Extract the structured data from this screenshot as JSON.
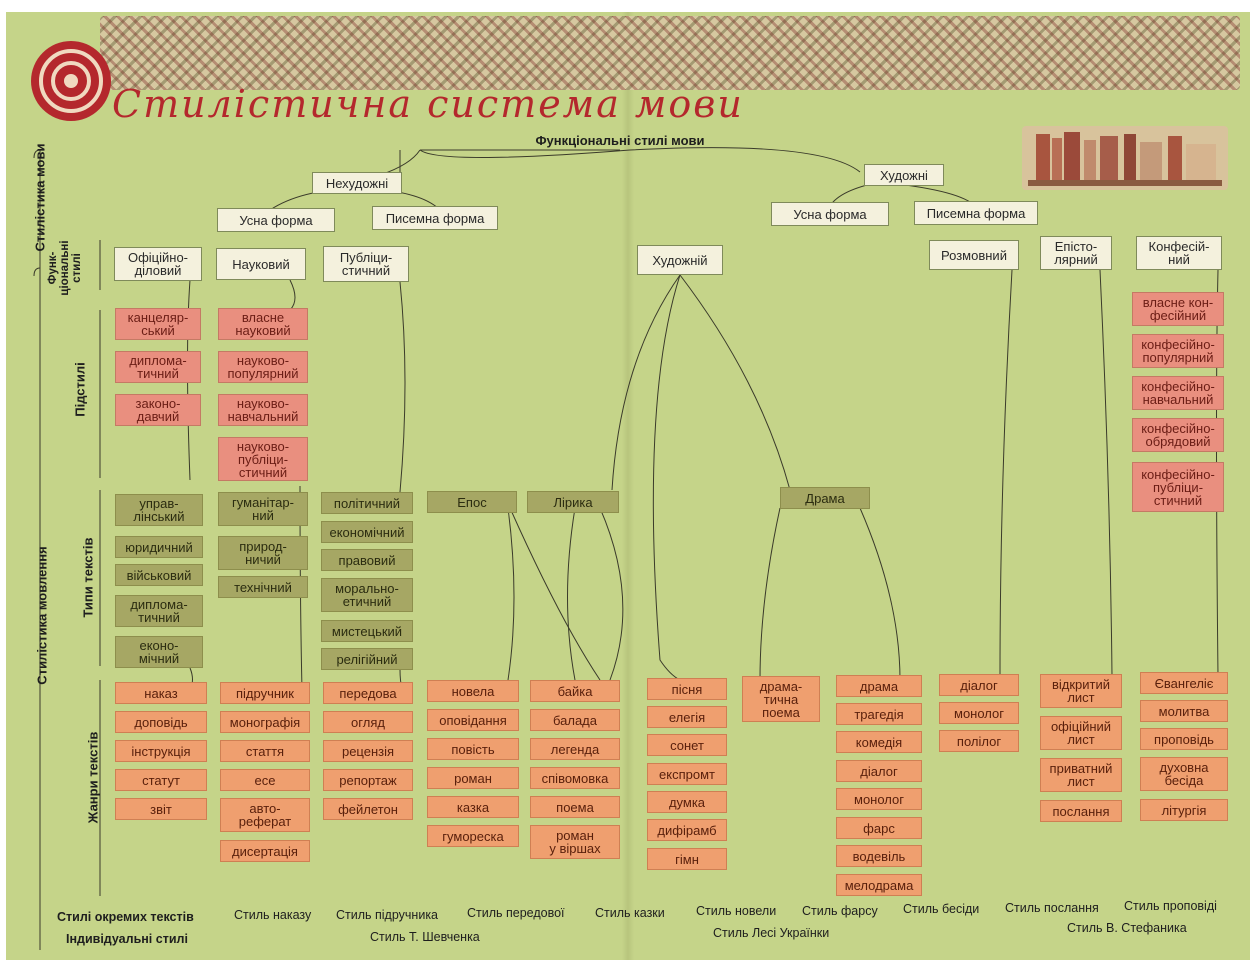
{
  "title": "Стилістична система мови",
  "colors": {
    "background": "#c5d489",
    "title": "#b4282d",
    "subStyle": "#e98f7f",
    "textType": "#a6a764",
    "genre": "#ef9f6f",
    "style": "#f4f1dd"
  },
  "tree": {
    "root": "Функціональні стилі мови",
    "nonArtistic": "Нехудожні",
    "artistic": "Художні",
    "oral1": "Усна форма",
    "written1": "Писемна форма",
    "oral2": "Усна форма",
    "written2": "Писемна форма"
  },
  "sideLabels": {
    "langStylistics": "Стилістика мови",
    "funcStyles": "Функ-\nціональні\nстилі",
    "speechStylistics": "Стилістика мовлення",
    "substyles": "Підстилі",
    "textTypes": "Типи текстів",
    "genres": "Жанри текстів"
  },
  "styles": {
    "official": "Офіційно-\nділовий",
    "scientific": "Науковий",
    "publicistic": "Публіци-\nстичний",
    "artistic": "Художній",
    "colloquial": "Розмовний",
    "epistolary": "Епісто-\nлярний",
    "confessional": "Конфесій-\nний"
  },
  "substyles": {
    "official": [
      "канцеляр-\nський",
      "диплома-\nтичний",
      "законо-\nдавчий"
    ],
    "scientific": [
      "власне\nнауковий",
      "науково-\nпопулярний",
      "науково-\nнавчальний",
      "науково-\nпубліци-\nстичний"
    ],
    "confessional": [
      "власне кон-\nфесійний",
      "конфесійно-\nпопулярний",
      "конфесійно-\nнавчальний",
      "конфесійно-\nобрядовий",
      "конфесійно-\nпубліци-\nстичний"
    ]
  },
  "textTypes": {
    "official": [
      "управ-\nлінський",
      "юридичний",
      "військовий",
      "диплома-\nтичний",
      "еконо-\nмічний"
    ],
    "scientific": [
      "гуманітар-\nний",
      "природ-\nничий",
      "технічний"
    ],
    "publicistic": [
      "політичний",
      "економічний",
      "правовий",
      "морально-\nетичний",
      "мистецький",
      "релігійний"
    ],
    "epos": "Епос",
    "lyric": "Лірика",
    "drama": "Драма"
  },
  "genres": {
    "official": [
      "наказ",
      "доповідь",
      "інструкція",
      "статут",
      "звіт"
    ],
    "scientific": [
      "підручник",
      "монографія",
      "стаття",
      "есе",
      "авто-\nреферат",
      "дисертація"
    ],
    "publicistic": [
      "передова",
      "огляд",
      "рецензія",
      "репортаж",
      "фейлетон"
    ],
    "epos": [
      "новела",
      "оповідання",
      "повість",
      "роман",
      "казка",
      "гумореска"
    ],
    "lyric": [
      "байка",
      "балада",
      "легенда",
      "співомовка",
      "поема",
      "роман\nу віршах"
    ],
    "lyric2": [
      "пісня",
      "елегія",
      "сонет",
      "експромт",
      "думка",
      "дифірамб",
      "гімн"
    ],
    "lyroEpic": [
      "драма-\nтична\nпоема"
    ],
    "drama": [
      "драма",
      "трагедія",
      "комедія",
      "діалог",
      "монолог",
      "фарс",
      "водевіль",
      "мелодрама"
    ],
    "colloquial": [
      "діалог",
      "монолог",
      "полілог"
    ],
    "epistolary": [
      "відкритий\nлист",
      "офіційний\nлист",
      "приватний\nлист",
      "послання"
    ],
    "confessional": [
      "Євангеліє",
      "молитва",
      "проповідь",
      "духовна\nбесіда",
      "літургія"
    ]
  },
  "footer": {
    "label1": "Стилі окремих текстів",
    "label2": "Індивідуальні стилі",
    "textStyles": [
      "Стиль наказу",
      "Стиль підручника",
      "Стиль передової",
      "Стиль  казки",
      "Стиль новели",
      "Стиль фарсу",
      "Стиль бесіди",
      "Стиль послання",
      "Стиль проповіді"
    ],
    "individual": [
      "Стиль Т. Шевченка",
      "Стиль Лесі Українки",
      "Стиль В. Стефаника"
    ]
  }
}
